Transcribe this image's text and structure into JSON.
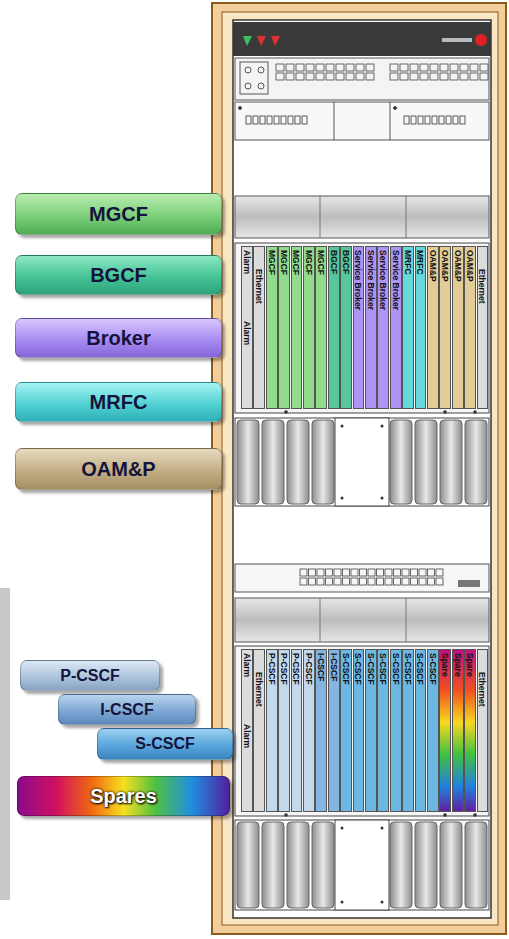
{
  "diagram": {
    "nodes": [
      {
        "text": [
          "MGCF"
        ]
      },
      {
        "text": [
          "BGCF"
        ]
      },
      {
        "text": [
          "Broker"
        ]
      },
      {
        "text": [
          "MRFC"
        ]
      },
      {
        "text": [
          "OAM&P"
        ]
      },
      {
        "text": [
          "Alarm",
          "Alarm"
        ]
      },
      {
        "text": [
          "Ethernet"
        ]
      },
      {
        "text": [
          "MGCF"
        ]
      },
      {
        "text": [
          "MGCF"
        ]
      },
      {
        "text": [
          "MGCF"
        ]
      },
      {
        "text": [
          "MGCF"
        ]
      },
      {
        "text": [
          "MGCF"
        ]
      },
      {
        "text": [
          "BGCF"
        ]
      },
      {
        "text": [
          "BGCF"
        ]
      },
      {
        "text": [
          "Service Broker"
        ]
      },
      {
        "text": [
          "Service Broker"
        ]
      },
      {
        "text": [
          "Service Broker"
        ]
      },
      {
        "text": [
          "Service Broker"
        ]
      },
      {
        "text": [
          "MRFC"
        ]
      },
      {
        "text": [
          "MRFC"
        ]
      },
      {
        "text": [
          "OAM&P"
        ]
      },
      {
        "text": [
          "OAM&P"
        ]
      },
      {
        "text": [
          "OAM&P"
        ]
      },
      {
        "text": [
          "OAM&P"
        ]
      },
      {
        "text": [
          "Ethernet"
        ]
      },
      {
        "text": [
          "P-CSCF"
        ]
      },
      {
        "text": [
          "I-CSCF"
        ]
      },
      {
        "text": [
          "S-CSCF"
        ]
      },
      {
        "text": [
          "Spares"
        ]
      },
      {
        "text": [
          "Alarm",
          "Alarm"
        ]
      },
      {
        "text": [
          "Ethernet"
        ]
      },
      {
        "text": [
          "P-CSCF"
        ]
      },
      {
        "text": [
          "P-CSCF"
        ]
      },
      {
        "text": [
          "P-CSCF"
        ]
      },
      {
        "text": [
          "P-CSCF"
        ]
      },
      {
        "text": [
          "I-CSCF"
        ]
      },
      {
        "text": [
          "I-CSCF"
        ]
      },
      {
        "text": [
          "S-CSCF"
        ]
      },
      {
        "text": [
          "S-CSCF"
        ]
      },
      {
        "text": [
          "S-CSCF"
        ]
      },
      {
        "text": [
          "S-CSCF"
        ]
      },
      {
        "text": [
          "S-CSCF"
        ]
      },
      {
        "text": [
          "S-CSCF"
        ]
      },
      {
        "text": [
          "S-CSCF"
        ]
      },
      {
        "text": [
          "S-CSCF"
        ]
      },
      {
        "text": [
          "Spare"
        ]
      },
      {
        "text": [
          "Spare"
        ]
      },
      {
        "text": [
          "Spare"
        ]
      },
      {
        "text": [
          "Ethernet"
        ]
      }
    ]
  }
}
